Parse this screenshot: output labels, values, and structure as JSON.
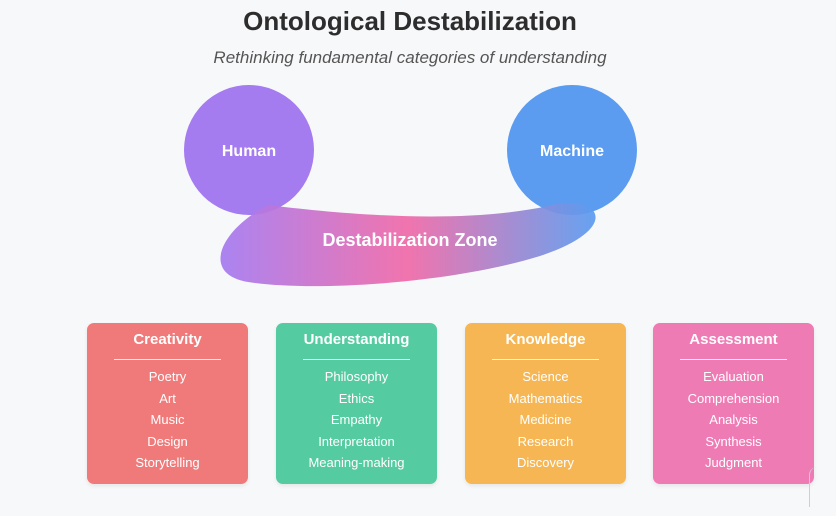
{
  "header": {
    "title": "Ontological Destabilization",
    "subtitle": "Rethinking fundamental categories of understanding"
  },
  "nodes": {
    "human": "Human",
    "machine": "Machine",
    "zone": "Destabilization Zone"
  },
  "colors": {
    "human": "#a57bf0",
    "machine": "#5b9cf0",
    "zone_center": "#f06aa8"
  },
  "cards": [
    {
      "title": "Creativity",
      "color": "#f07a7a",
      "items": [
        "Poetry",
        "Art",
        "Music",
        "Design",
        "Storytelling"
      ]
    },
    {
      "title": "Understanding",
      "color": "#55cba1",
      "items": [
        "Philosophy",
        "Ethics",
        "Empathy",
        "Interpretation",
        "Meaning-making"
      ]
    },
    {
      "title": "Knowledge",
      "color": "#f5b653",
      "items": [
        "Science",
        "Mathematics",
        "Medicine",
        "Research",
        "Discovery"
      ]
    },
    {
      "title": "Assessment",
      "color": "#ef7bb4",
      "items": [
        "Evaluation",
        "Comprehension",
        "Analysis",
        "Synthesis",
        "Judgment"
      ]
    }
  ]
}
